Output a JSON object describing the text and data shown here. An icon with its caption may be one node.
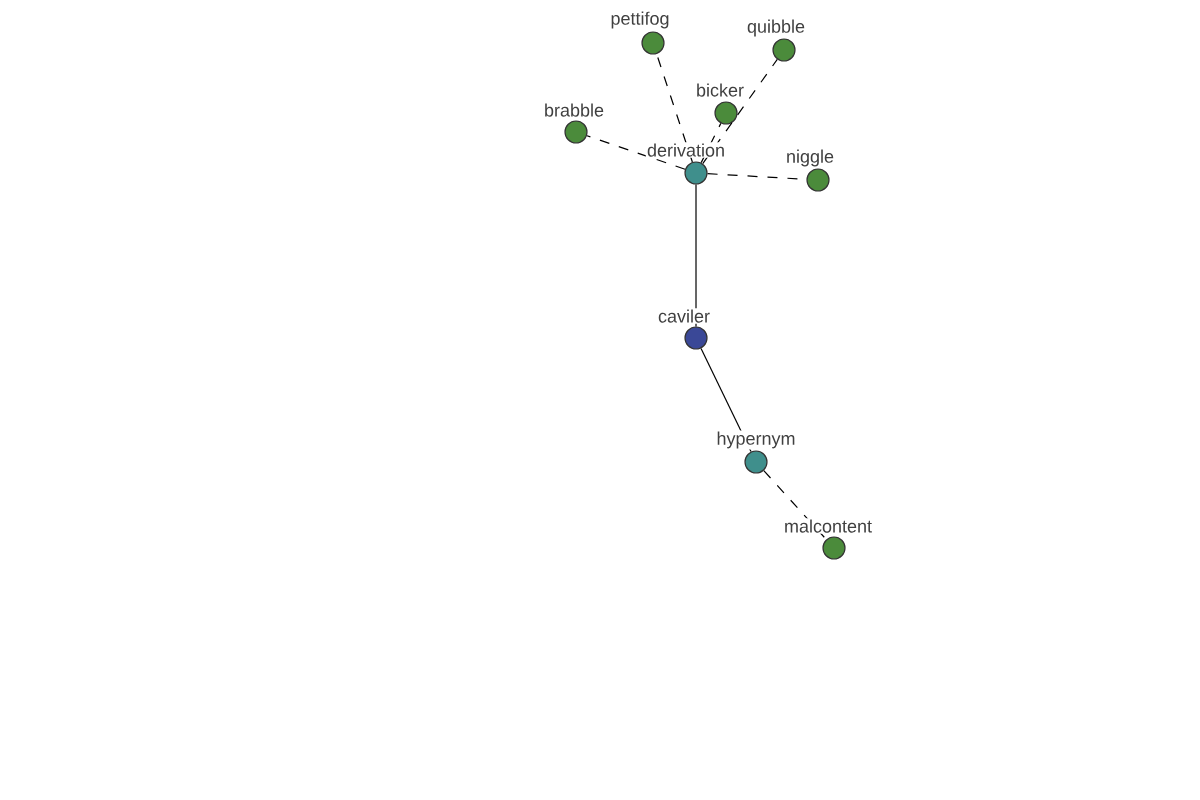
{
  "diagram": {
    "nodes": [
      {
        "text": [
          "pettifog"
        ]
      },
      {
        "text": [
          "quibble"
        ]
      },
      {
        "text": [
          "bicker"
        ]
      },
      {
        "text": [
          "brabble"
        ]
      },
      {
        "text": [
          "derivation"
        ]
      },
      {
        "text": [
          "niggle"
        ]
      },
      {
        "text": [
          "caviler"
        ]
      },
      {
        "text": [
          "hypernym"
        ]
      },
      {
        "text": [
          "malcontent"
        ]
      }
    ],
    "edges": [
      {
        "from": 6,
        "to": 4,
        "arrow": "none"
      },
      {
        "from": 6,
        "to": 7,
        "arrow": "none"
      },
      {
        "from": 4,
        "to": 0,
        "arrow": "none",
        "style": "dashed"
      },
      {
        "from": 4,
        "to": 1,
        "arrow": "none",
        "style": "dashed"
      },
      {
        "from": 4,
        "to": 2,
        "arrow": "none",
        "style": "dashed"
      },
      {
        "from": 4,
        "to": 3,
        "arrow": "none",
        "style": "dashed"
      },
      {
        "from": 4,
        "to": 5,
        "arrow": "none",
        "style": "dashed"
      },
      {
        "from": 7,
        "to": 8,
        "arrow": "none",
        "style": "dashed"
      }
    ]
  }
}
